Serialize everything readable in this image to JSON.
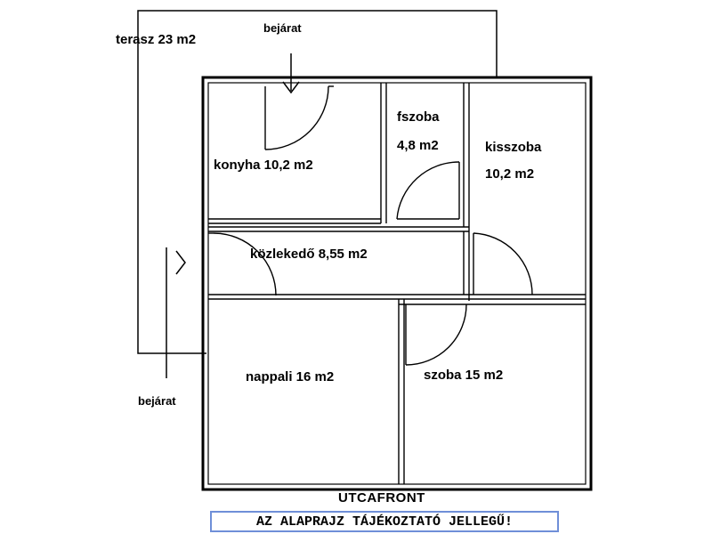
{
  "labels": {
    "terrace": "terasz 23 m2",
    "entrance_top": "bejárat",
    "entrance_left": "bejárat",
    "bathroom_name": "fszoba",
    "bathroom_area": "4,8 m2",
    "small_room_name": "kisszoba",
    "small_room_area": "10,2 m2",
    "kitchen": "konyha 10,2 m2",
    "corridor": "közlekedő 8,55 m2",
    "living_room": "nappali 16 m2",
    "room": "szoba 15 m2",
    "street_front": "UTCAFRONT",
    "notice": "AZ ALAPRAJZ TÁJÉKOZTATÓ JELLEGŰ!"
  },
  "colors": {
    "wall": "#000000",
    "notice_border": "#6f8fd8"
  }
}
